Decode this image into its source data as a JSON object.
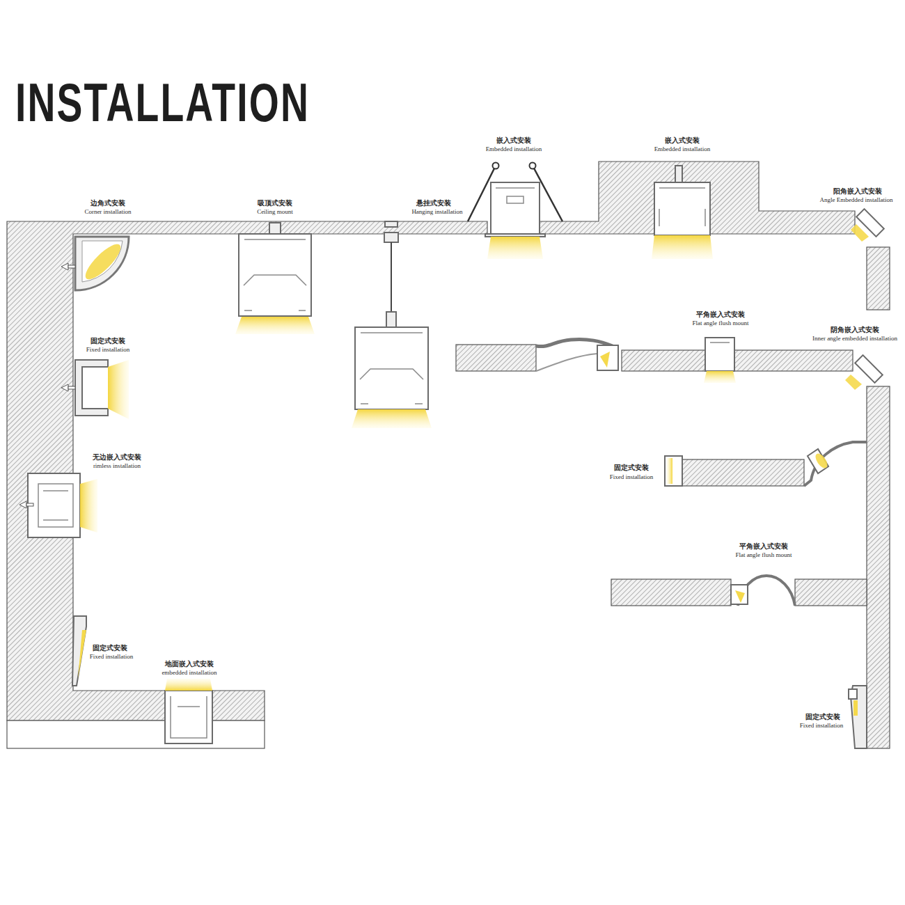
{
  "diagram": {
    "title": "INSTALLATION",
    "labels": [
      "嵌入式安装",
      "Embedded installation",
      "嵌入式安装",
      "Embedded installation",
      "阳角嵌入式安装",
      "Angle Embedded installation",
      "边角式安装",
      "Corner installation",
      "吸顶式安装",
      "Ceiling mount",
      "悬挂式安装",
      "Hanging installation",
      "平角嵌入式安装",
      "Flat angle flush mount",
      "阴角嵌入式安装",
      "Inner angle embedded installation",
      "固定式安装",
      "Fixed installation",
      "无边嵌入式安装",
      "rimless installation",
      "固定式安装",
      "Fixed installation",
      "平角嵌入式安装",
      "Flat angle flush mount",
      "固定式安装",
      "Fixed installation",
      "地面嵌入式安装",
      "embedded installation",
      "固定式安装",
      "Fixed installation"
    ]
  }
}
